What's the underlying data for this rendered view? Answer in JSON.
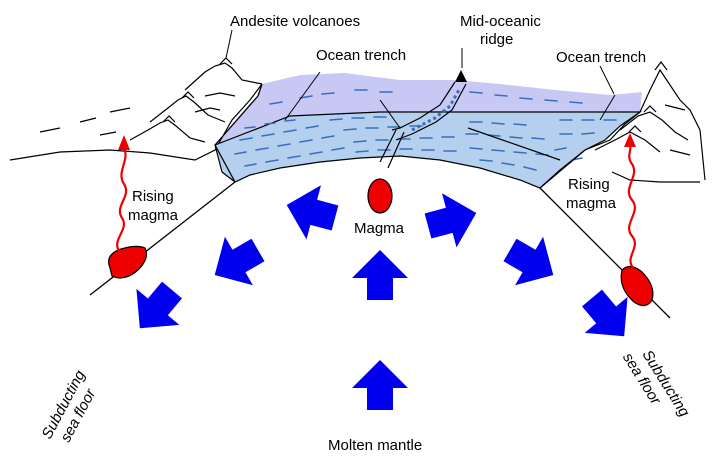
{
  "labels": {
    "andesite_volcanoes": "Andesite volcanoes",
    "ocean_trench_left": "Ocean trench",
    "ridge_line1": "Mid-oceanic",
    "ridge_line2": "ridge",
    "ocean_trench_right": "Ocean trench",
    "rising_left_line1": "Rising",
    "rising_left_line2": "magma",
    "rising_right_line1": "Rising",
    "rising_right_line2": "magma",
    "magma": "Magma",
    "molten_mantle": "Molten mantle",
    "subducting_left_line1": "Subducting",
    "subducting_left_line2": "sea floor",
    "subducting_right_line1": "Subducting",
    "subducting_right_line2": "sea floor"
  },
  "colors": {
    "ocean": "#c8c8f4",
    "crust_fill": "#b4d0ee",
    "crust_dash": "#3a6fb8",
    "arrow_blue": "#0000ee",
    "magma_red": "#ee0000",
    "rising_red": "#ee0000",
    "outline": "#000000"
  }
}
